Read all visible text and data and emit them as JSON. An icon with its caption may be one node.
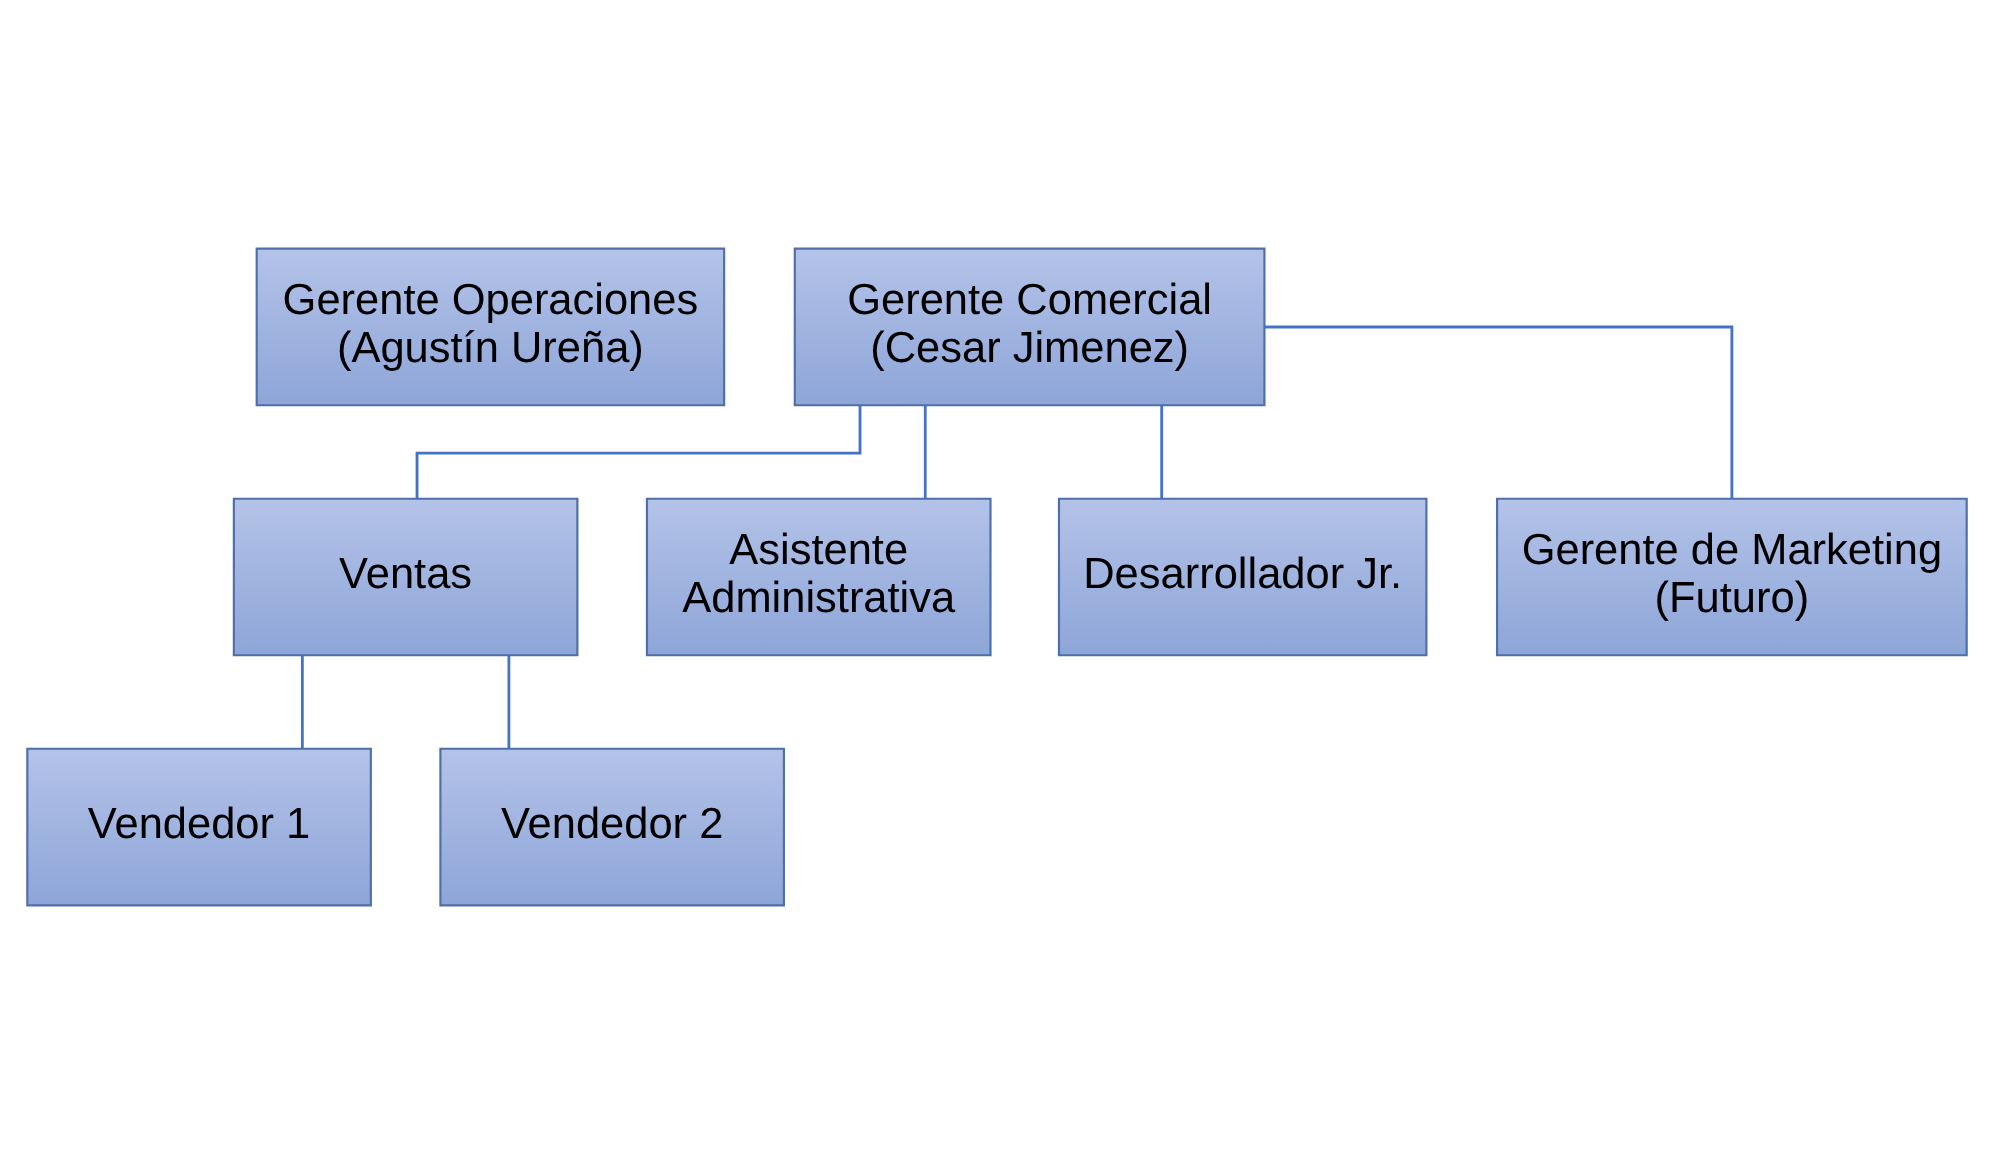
{
  "diagram": {
    "nodes": [
      {
        "text": [
          "Gerente Operaciones (Agustín Ureña)"
        ]
      },
      {
        "text": [
          "Gerente Comercial (Cesar Jimenez)"
        ]
      },
      {
        "text": [
          "Ventas"
        ]
      },
      {
        "text": [
          "Asistente Administrativa"
        ]
      },
      {
        "text": [
          "Desarrollador Jr."
        ]
      },
      {
        "text": [
          "Gerente de Marketing (Futuro)"
        ]
      },
      {
        "text": [
          "Vendedor 1"
        ]
      },
      {
        "text": [
          "Vendedor 2"
        ]
      }
    ],
    "edges": [
      {
        "from": 1,
        "to": 2,
        "arrow": "none"
      },
      {
        "from": 1,
        "to": 3,
        "arrow": "none"
      },
      {
        "from": 1,
        "to": 4,
        "arrow": "none"
      },
      {
        "from": 1,
        "to": 5,
        "arrow": "none"
      },
      {
        "from": 2,
        "to": 6,
        "arrow": "none"
      },
      {
        "from": 2,
        "to": 7,
        "arrow": "none"
      }
    ]
  }
}
